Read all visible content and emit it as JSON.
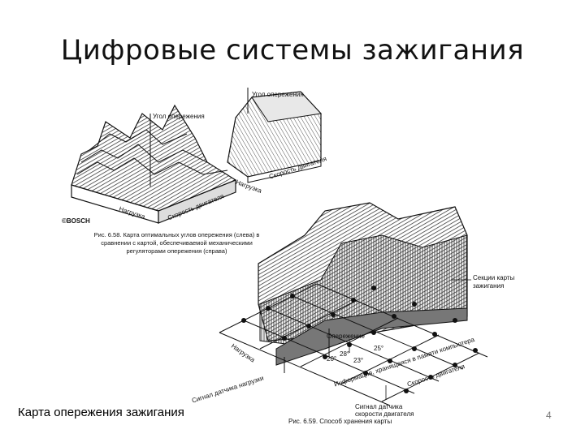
{
  "slide": {
    "title": "Цифровые системы зажигания",
    "caption": "Карта опережения зажигания",
    "page_number": "4"
  },
  "figure1": {
    "label_top_right": "Угол опережения",
    "label_top_left": "Угол опережения",
    "label_speed_right": "Скорость двигателя",
    "label_load_right": "Нагрузка",
    "label_load_left": "Нагрузка",
    "label_speed_left": "Скорость двигателя",
    "brand": "©BOSCH",
    "caption_line1": "Рис. 6.58. Карта оптимальных углов опережения (слева) в",
    "caption_line2": "сравнении с картой, обеспечиваемой механическими",
    "caption_line3": "регуляторами опережения (справа)"
  },
  "figure2": {
    "label_map": "Секции карты зажигания",
    "label_advance": "Опережение",
    "label_load": "Нагрузка",
    "label_info": "Информация, хранящаяся в памяти компьютера",
    "label_speed": "Скорость двигателя",
    "label_load_signal": "Сигнал датчика нагрузки",
    "label_speed_signal": "Сигнал датчика скорости двигателя",
    "angle_a": "25°",
    "angle_b": "28°",
    "angle_c": "23°",
    "angle_d": "20°",
    "caption": "Рис. 6.59. Способ хранения карты"
  }
}
